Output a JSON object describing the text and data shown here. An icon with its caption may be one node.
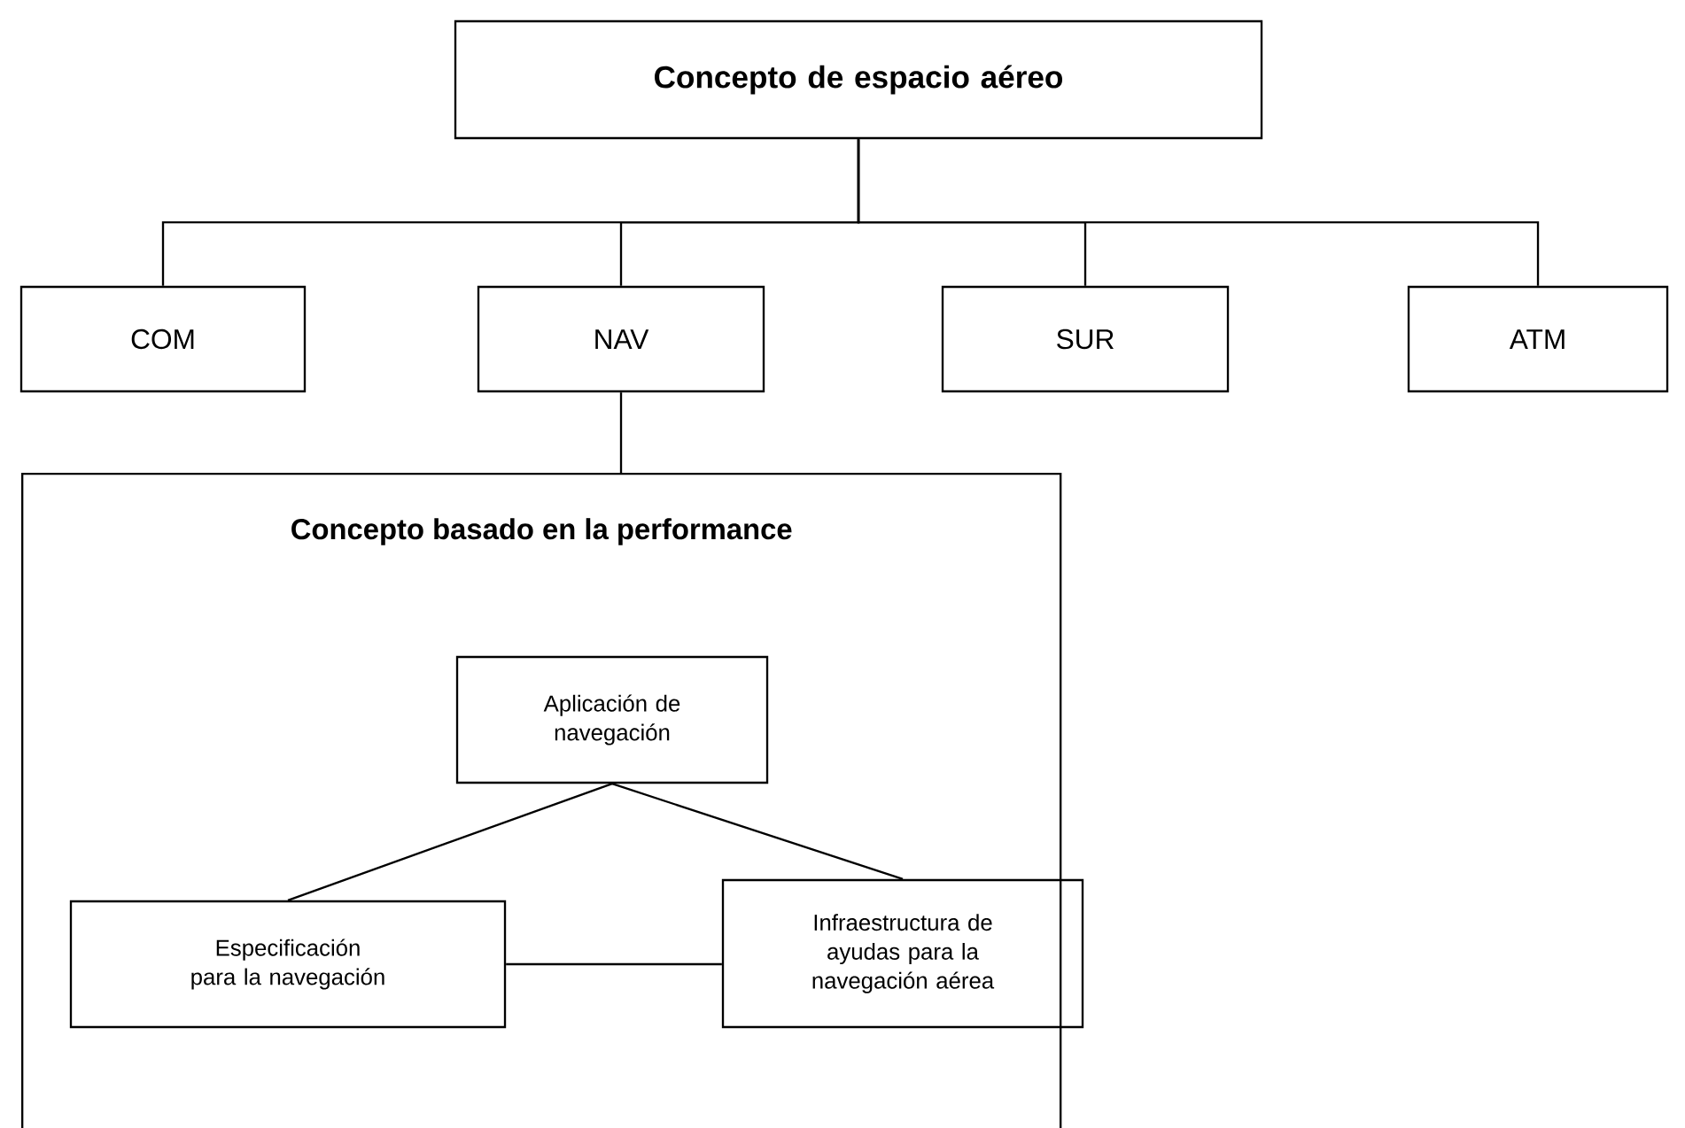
{
  "diagram": {
    "nodes": [
      {
        "text": [
          "Concepto de espacio aéreo"
        ]
      },
      {
        "text": [
          "COM"
        ]
      },
      {
        "text": [
          "NAV"
        ]
      },
      {
        "text": [
          "SUR"
        ]
      },
      {
        "text": [
          "ATM"
        ]
      },
      {
        "text": [
          "Concepto basado en la performance"
        ]
      },
      {
        "text": [
          "Aplicación de navegación"
        ],
        "in": 5
      },
      {
        "text": [
          "Especificación para la navegación"
        ],
        "in": 5
      },
      {
        "text": [
          "Infraestructura de ayudas para la navegación aérea"
        ]
      }
    ],
    "edges": [
      {
        "from": 0,
        "to": 1,
        "arrow": "none"
      },
      {
        "from": 0,
        "to": 2,
        "arrow": "none"
      },
      {
        "from": 0,
        "to": 3,
        "arrow": "none"
      },
      {
        "from": 0,
        "to": 4,
        "arrow": "none"
      },
      {
        "from": 2,
        "to": 5,
        "arrow": "none"
      },
      {
        "from": 6,
        "to": 7,
        "arrow": "none"
      },
      {
        "from": 6,
        "to": 8,
        "arrow": "none"
      },
      {
        "from": 7,
        "to": 8,
        "arrow": "none"
      }
    ]
  }
}
